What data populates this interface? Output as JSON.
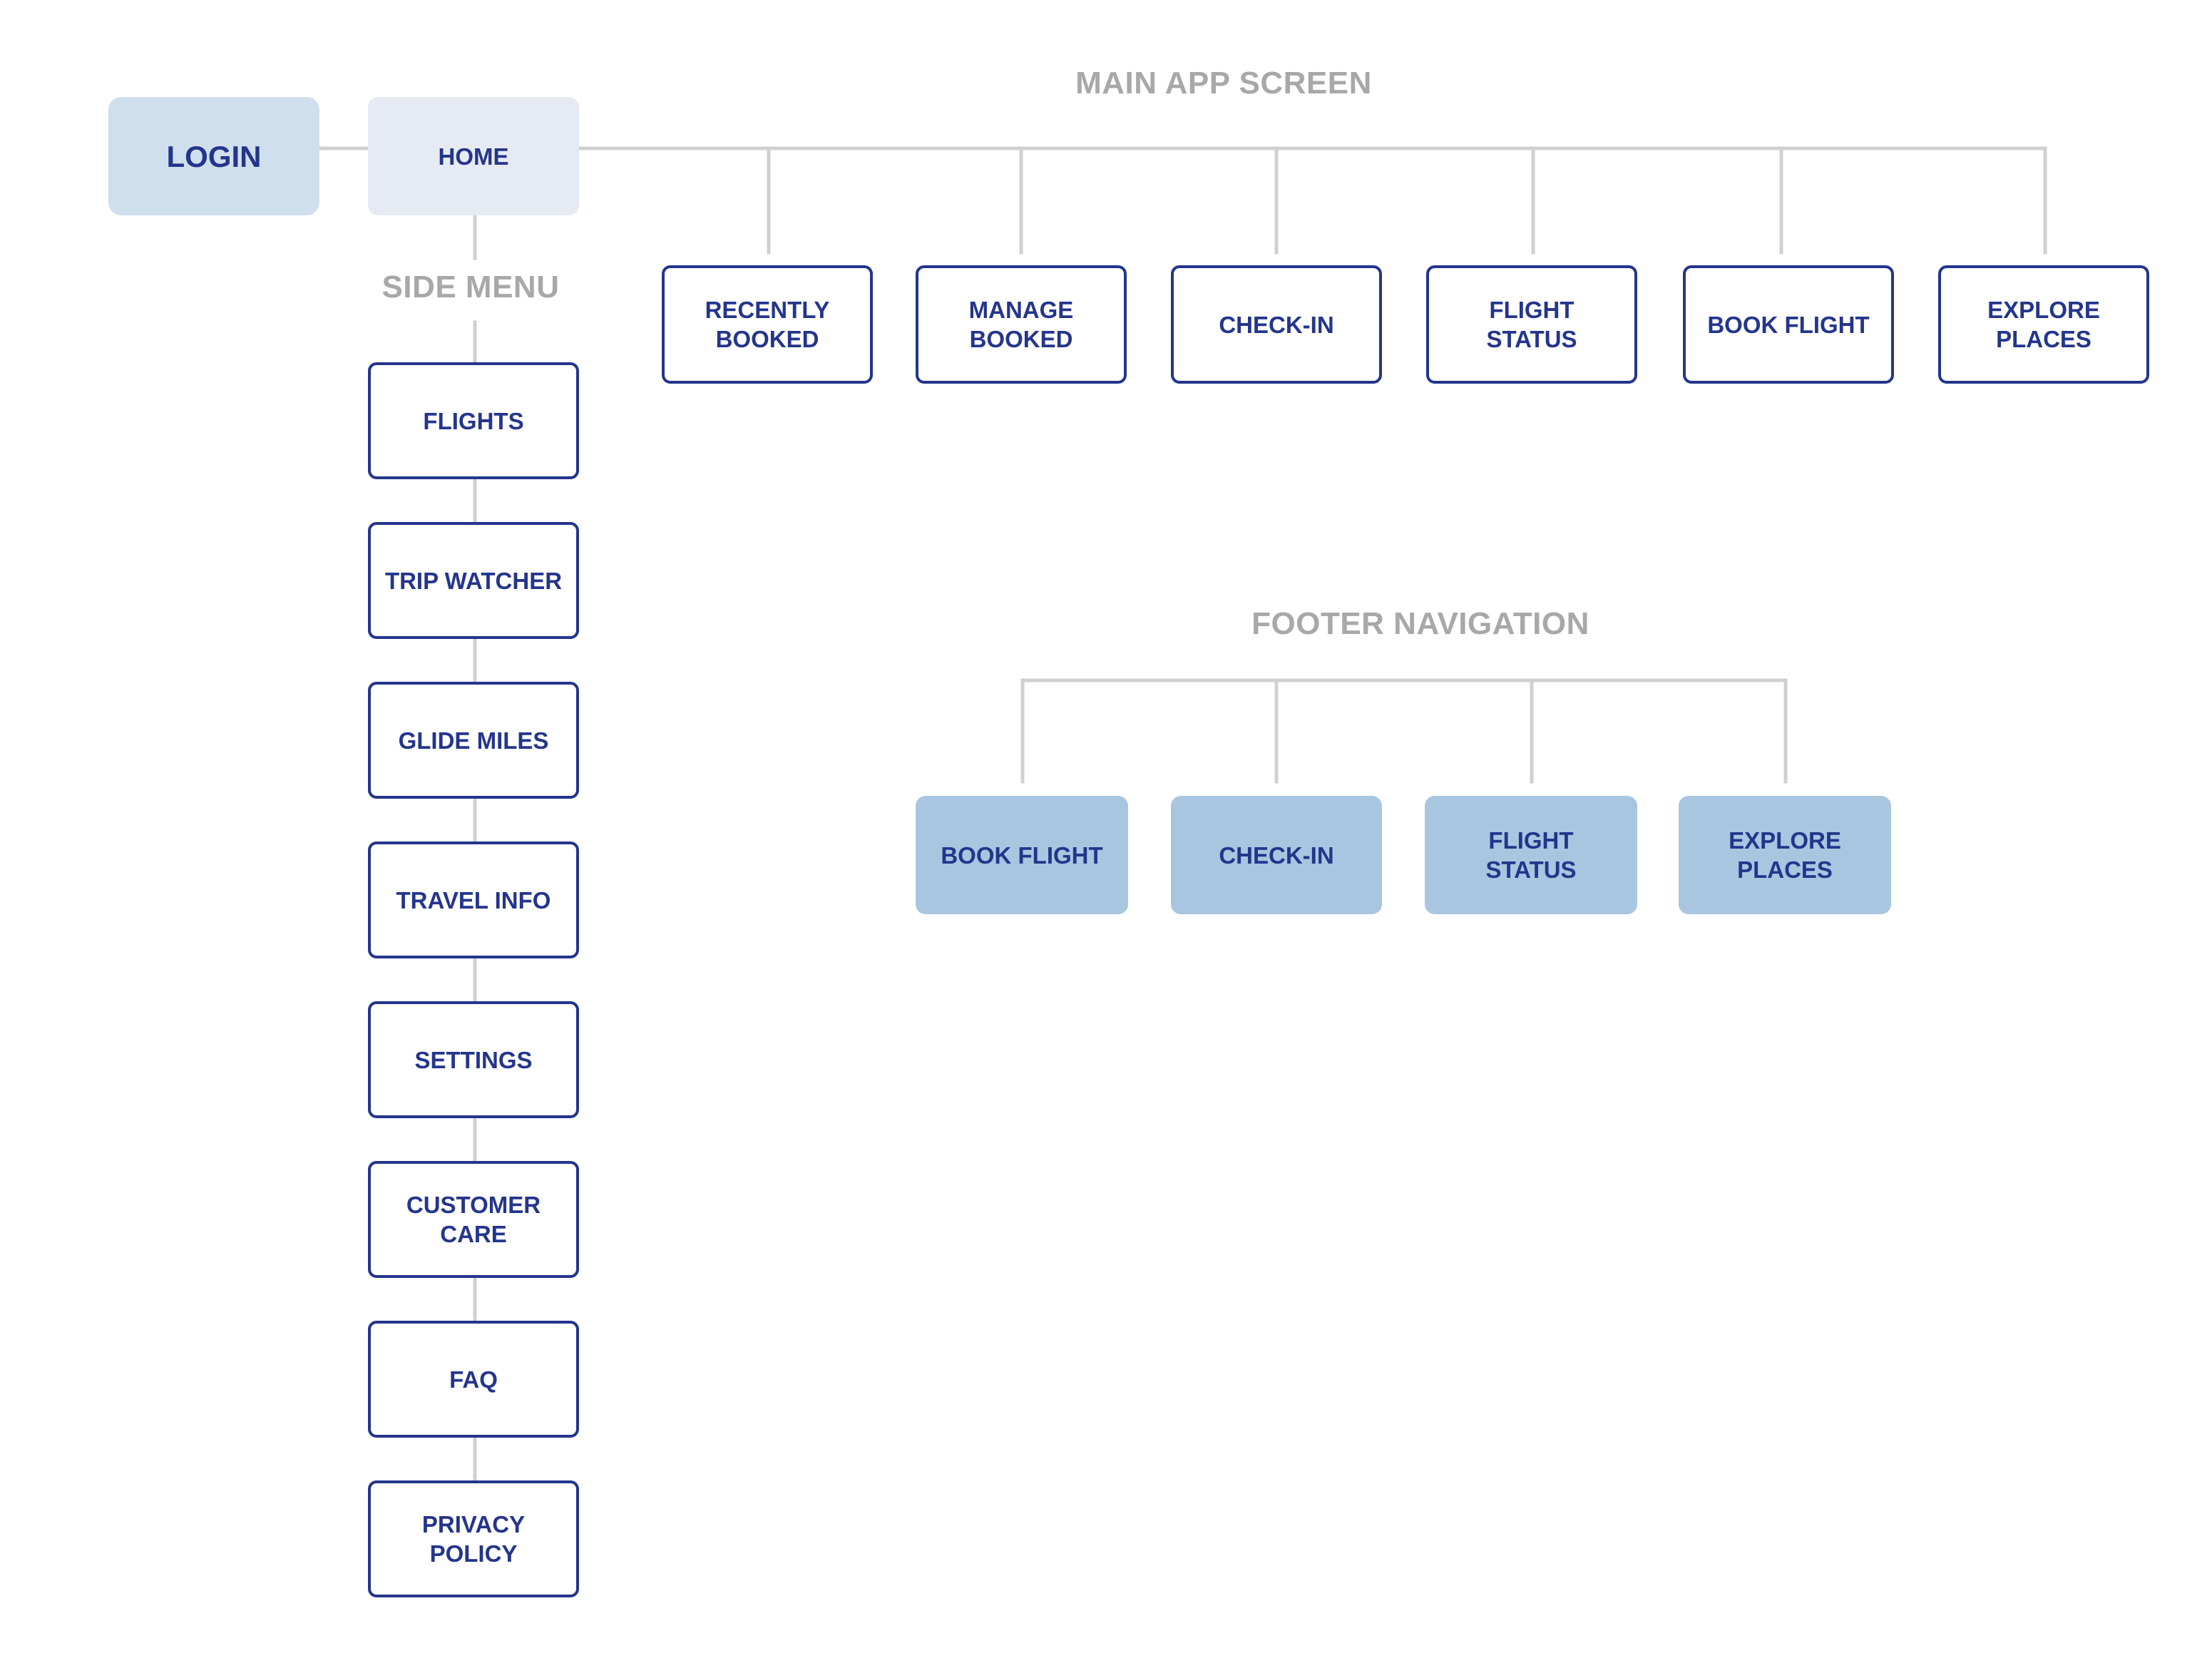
{
  "sections": {
    "main_app_screen": "MAIN APP SCREEN",
    "side_menu": "SIDE MENU",
    "footer_navigation": "FOOTER NAVIGATION"
  },
  "nodes": {
    "login": "LOGIN",
    "home": "HOME"
  },
  "main_screen_items": [
    "RECENTLY\nBOOKED",
    "MANAGE\nBOOKED",
    "CHECK-IN",
    "FLIGHT\nSTATUS",
    "BOOK FLIGHT",
    "EXPLORE\nPLACES"
  ],
  "side_menu_items": [
    "FLIGHTS",
    "TRIP WATCHER",
    "GLIDE MILES",
    "TRAVEL INFO",
    "SETTINGS",
    "CUSTOMER\nCARE",
    "FAQ",
    "PRIVACY\nPOLICY"
  ],
  "footer_items": [
    "BOOK FLIGHT",
    "CHECK-IN",
    "FLIGHT\nSTATUS",
    "EXPLORE\nPLACES"
  ],
  "colors": {
    "node_text": "#24358c",
    "node_border": "#24358c",
    "connector": "#d0d0d0",
    "section_title": "#a8a8a8",
    "login_fill": "#cfdfee",
    "home_fill": "#e6ebf3",
    "footer_fill": "#a9c6e0"
  }
}
